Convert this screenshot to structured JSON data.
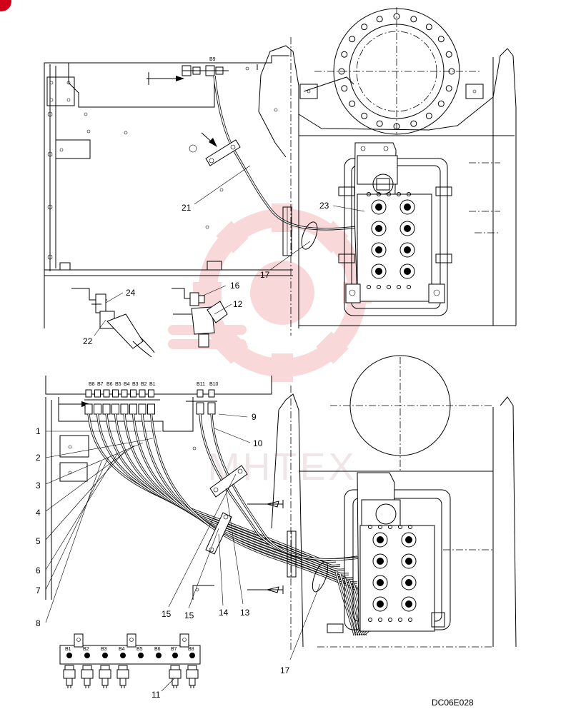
{
  "watermark_text": "MHTEX",
  "drawing_code": "DC06E028",
  "colors": {
    "ink": "#000000",
    "watermark": "#f3b9b9",
    "corner_mark": "#d0021b"
  },
  "top_view": {
    "port_label": "B9",
    "callouts": [
      "21",
      "23",
      "17",
      "24",
      "16",
      "12",
      "22"
    ]
  },
  "bottom_view": {
    "port_labels_left": [
      "B8",
      "B7",
      "B6",
      "B5",
      "B4",
      "B3",
      "B2",
      "B1"
    ],
    "port_labels_right": [
      "B11",
      "B10"
    ],
    "callouts_left": [
      "1",
      "2",
      "3",
      "4",
      "5",
      "6",
      "7",
      "8"
    ],
    "callouts_right": [
      "9",
      "10"
    ],
    "callouts_bottom": [
      "15",
      "15",
      "14",
      "13",
      "17"
    ]
  },
  "detail_block": {
    "port_labels": [
      "B1",
      "B2",
      "B3",
      "B4",
      "B5",
      "B6",
      "B7",
      "B8"
    ],
    "callout": "11"
  }
}
